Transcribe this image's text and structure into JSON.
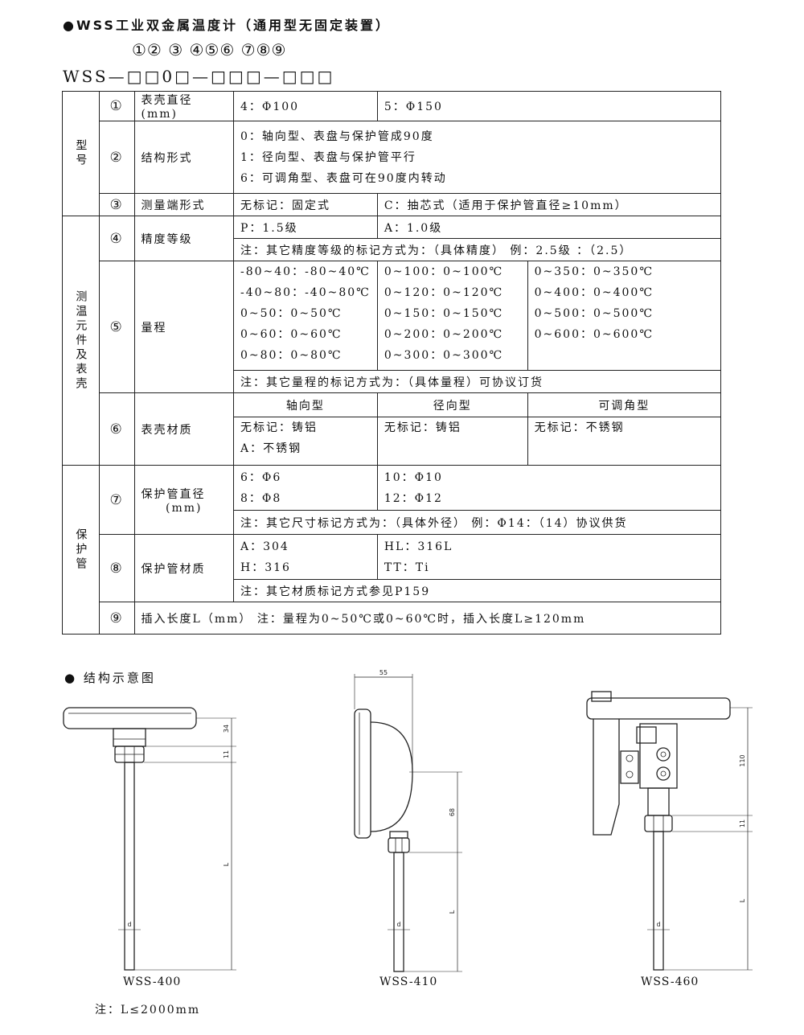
{
  "title": "●WSS工业双金属温度计（通用型无固定装置）",
  "position_markers": "①② ③ ④⑤⑥ ⑦⑧⑨",
  "model_code": "WSS—□□0□—□□□—□□□",
  "groups": {
    "model": "型号",
    "sensor_case": "测温元件及表壳",
    "protect_tube": "保护管"
  },
  "rows": {
    "r1": {
      "num": "①",
      "name": "表壳直径(mm)",
      "c1": "4：Φ100",
      "c2": "5：Φ150"
    },
    "r2": {
      "num": "②",
      "name": "结构形式",
      "l1": "0：轴向型、表盘与保护管成90度",
      "l2": "1：径向型、表盘与保护管平行",
      "l3": "6：可调角型、表盘可在90度内转动"
    },
    "r3": {
      "num": "③",
      "name": "测量端形式",
      "c1": "无标记：固定式",
      "c2": "C：抽芯式（适用于保护管直径≥10mm）"
    },
    "r4": {
      "num": "④",
      "name": "精度等级",
      "c1": "P：1.5级",
      "c2": "A：1.0级",
      "note": "注：其它精度等级的标记方式为：（具体精度） 例：2.5级 ：（2.5）"
    },
    "r5": {
      "num": "⑤",
      "name": "量程",
      "col1": [
        "-80~40：-80~40℃",
        "-40~80：-40~80℃",
        "0~50：0~50℃",
        "0~60：0~60℃",
        "0~80：0~80℃"
      ],
      "col2": [
        "0~100：0~100℃",
        "0~120：0~120℃",
        "0~150：0~150℃",
        "0~200：0~200℃",
        "0~300：0~300℃"
      ],
      "col3": [
        "0~350：0~350℃",
        "0~400：0~400℃",
        "0~500：0~500℃",
        "0~600：0~600℃"
      ],
      "note": "注：其它量程的标记方式为：（具体量程）可协议订货"
    },
    "r6": {
      "num": "⑥",
      "name": "表壳材质",
      "h1": "轴向型",
      "h2": "径向型",
      "h3": "可调角型",
      "a1": "无标记：铸铝",
      "a2": "A：不锈钢",
      "b1": "无标记：铸铝",
      "c1": "无标记：不锈钢"
    },
    "r7": {
      "num": "⑦",
      "name1": "保护管直径",
      "name2": "(mm)",
      "a1": "6：Φ6",
      "a2": "8：Φ8",
      "b1": "10：Φ10",
      "b2": "12：Φ12",
      "note": "注：其它尺寸标记方式为：（具体外径） 例：Φ14：（14）协议供货"
    },
    "r8": {
      "num": "⑧",
      "name": "保护管材质",
      "a1": "A：304",
      "a2": "H：316",
      "b1": "HL：316L",
      "b2": "TT：Ti",
      "note": "注：其它材质标记方式参见P159"
    },
    "r9": {
      "num": "⑨",
      "text": "插入长度L（mm） 注：量程为0~50℃或0~60℃时，插入长度L≥120mm"
    }
  },
  "section_title": "● 结构示意图",
  "drawings": {
    "d1": {
      "label": "WSS-400",
      "dim_34": "34",
      "dim_11": "11",
      "dim_L": "L",
      "dim_d": "d"
    },
    "d2": {
      "label": "WSS-410",
      "dim_55": "55",
      "dim_68": "68",
      "dim_L": "L",
      "dim_d": "d"
    },
    "d3": {
      "label": "WSS-460",
      "dim_110": "110",
      "dim_11": "11",
      "dim_L": "L",
      "dim_d": "d"
    }
  },
  "footnote": "注：L≤2000mm"
}
